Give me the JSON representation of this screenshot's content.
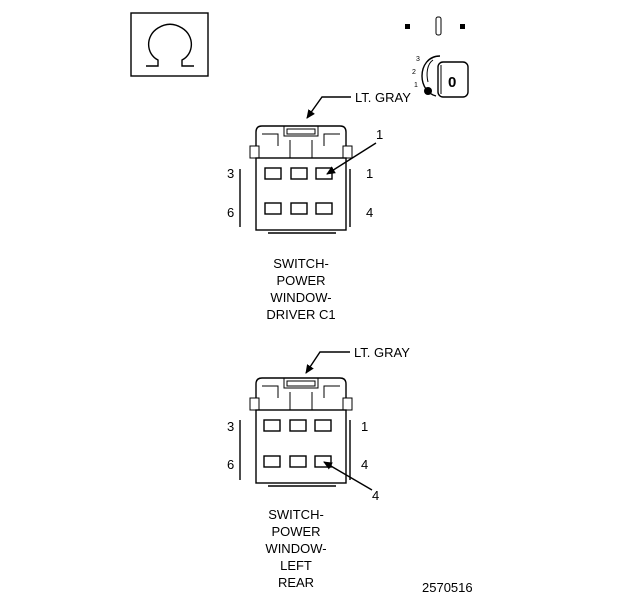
{
  "figure_id": "2570516",
  "ohm_symbol": "Ω",
  "ignition": {
    "key_label": "0",
    "positions": [
      "3",
      "2",
      "1"
    ]
  },
  "connectors": [
    {
      "name_lines": [
        "SWITCH-",
        "POWER",
        "WINDOW-",
        "DRIVER C1"
      ],
      "color_label": "LT. GRAY",
      "pin_labels": {
        "top_left": "3",
        "top_right": "1",
        "bottom_left": "6",
        "bottom_right": "4"
      },
      "callout_pin": "1"
    },
    {
      "name_lines": [
        "SWITCH-",
        "POWER",
        "WINDOW-",
        "LEFT",
        "REAR"
      ],
      "color_label": "LT. GRAY",
      "pin_labels": {
        "top_left": "3",
        "top_right": "1",
        "bottom_left": "6",
        "bottom_right": "4"
      },
      "callout_pin": "4"
    }
  ]
}
